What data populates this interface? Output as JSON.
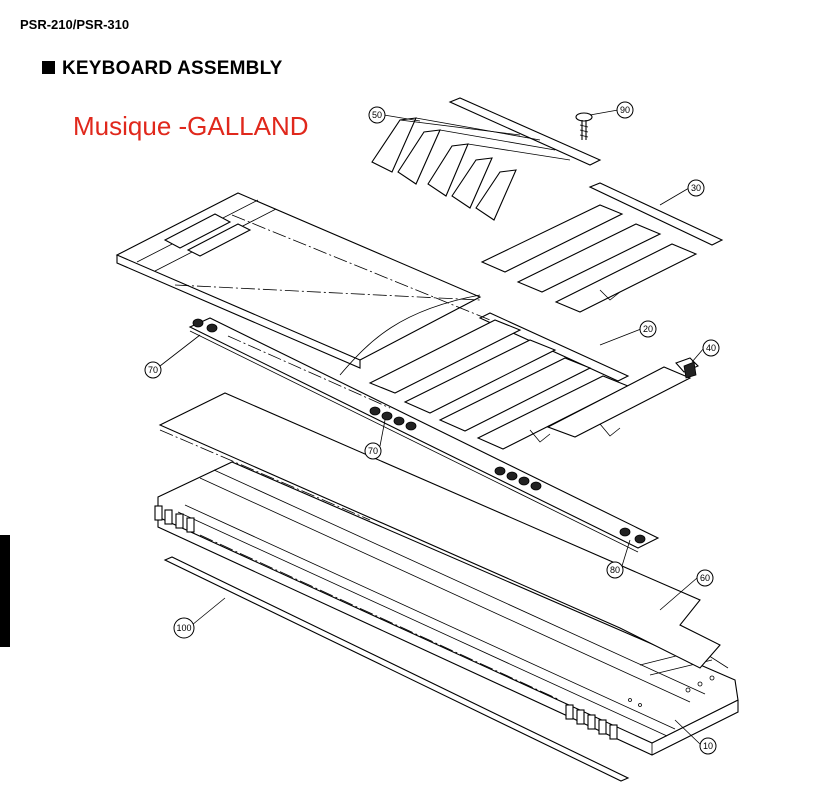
{
  "header": {
    "model": "PSR-210/PSR-310",
    "section_title": "KEYBOARD ASSEMBLY"
  },
  "watermark": "Musique -GALLAND",
  "callouts": [
    {
      "id": "c50",
      "label": "50"
    },
    {
      "id": "c90",
      "label": "90"
    },
    {
      "id": "c30",
      "label": "30"
    },
    {
      "id": "c20",
      "label": "20"
    },
    {
      "id": "c40",
      "label": "40"
    },
    {
      "id": "c70a",
      "label": "70"
    },
    {
      "id": "c70b",
      "label": "70"
    },
    {
      "id": "c80",
      "label": "80"
    },
    {
      "id": "c60",
      "label": "60"
    },
    {
      "id": "c100",
      "label": "100"
    },
    {
      "id": "c10",
      "label": "10"
    }
  ]
}
